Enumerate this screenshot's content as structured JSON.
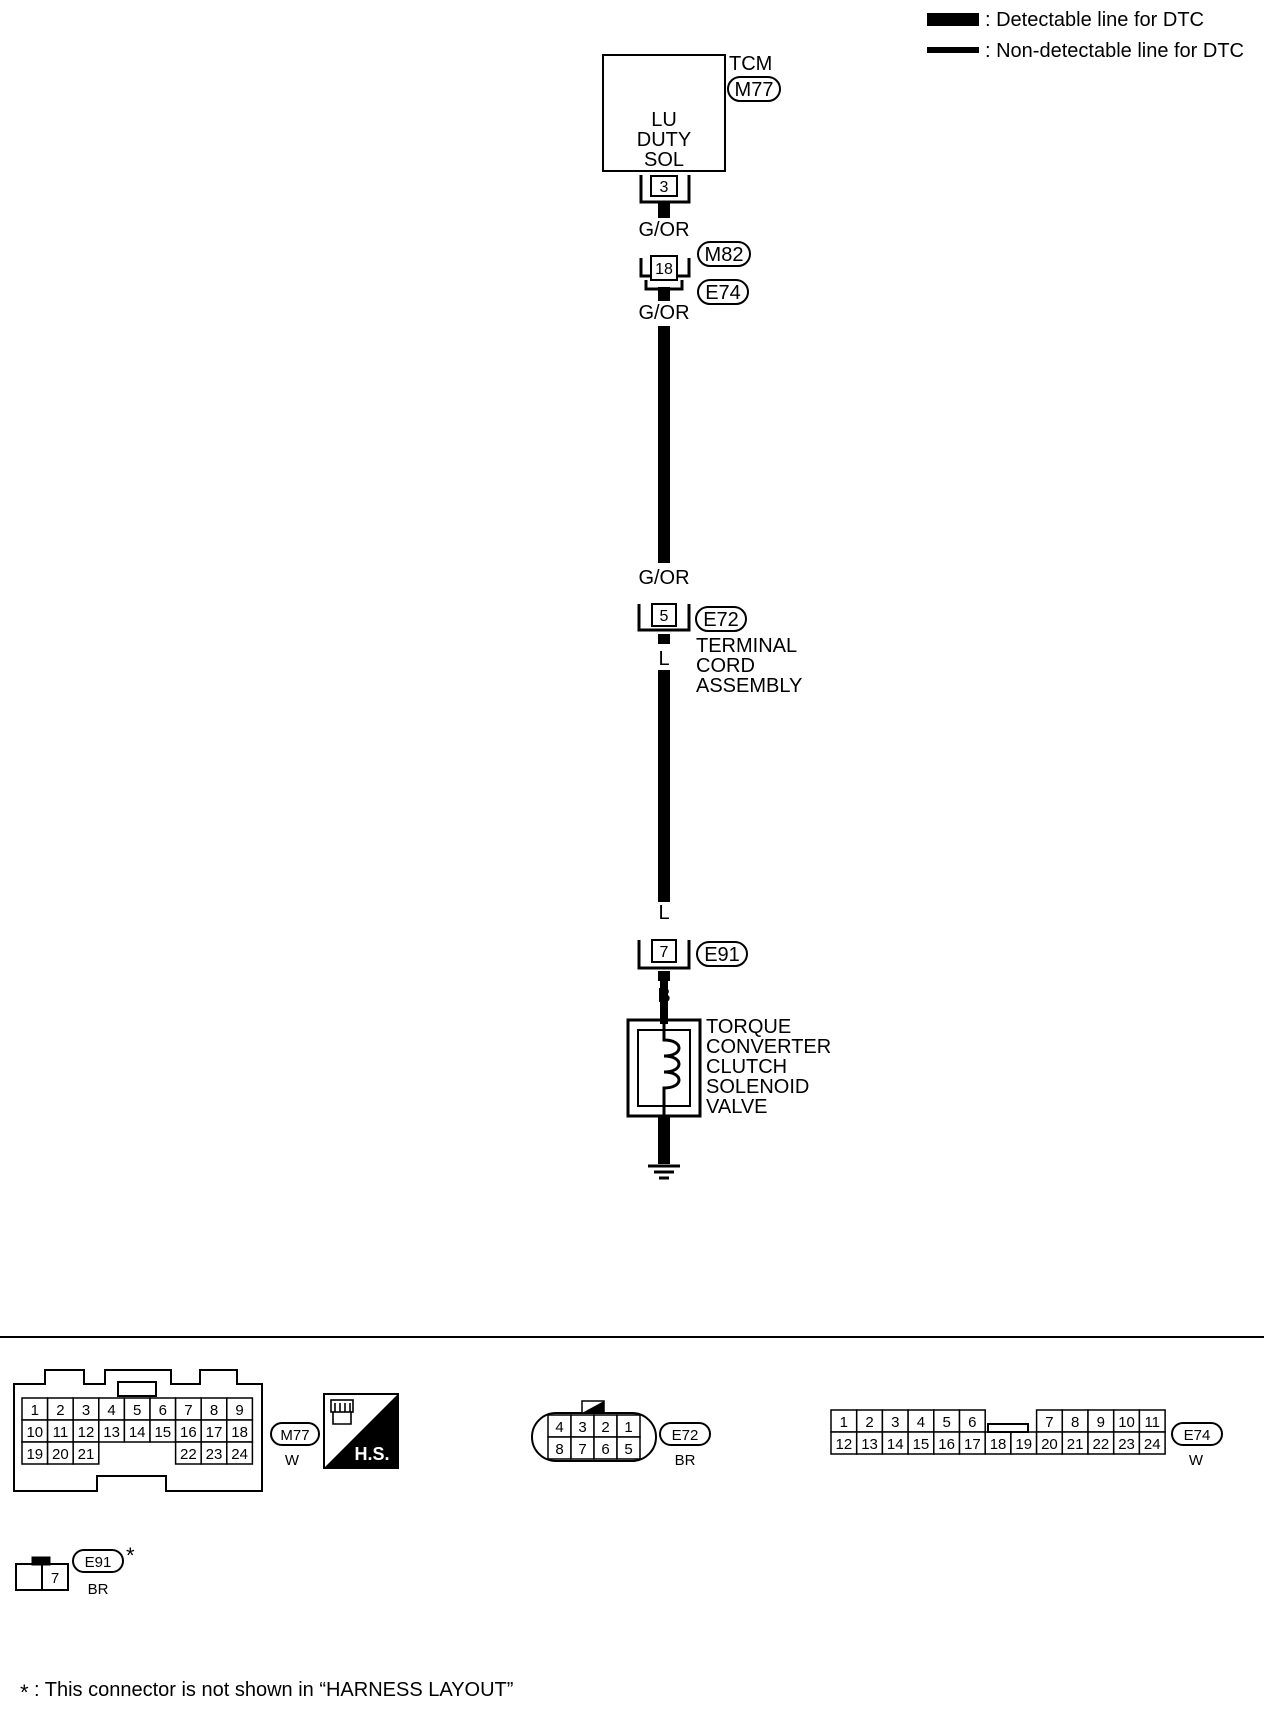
{
  "legend": {
    "detectable": ": Detectable line for DTC",
    "non_detectable": ": Non-detectable line for DTC"
  },
  "tcm": {
    "title": "TCM",
    "connector_id": "M77",
    "function_lines": [
      "LU",
      "DUTY",
      "SOL"
    ],
    "pin": "3"
  },
  "wires": {
    "tcm_out": "G/OR",
    "joint_upper_out": "G/OR",
    "terminal_cord_in": "G/OR",
    "terminal_cord_out": "L",
    "e91_in": "L",
    "e91_out": "B"
  },
  "joint_connector": {
    "pin": "18",
    "upper_id": "M82",
    "lower_id": "E74"
  },
  "terminal_cord": {
    "pin": "5",
    "connector_id": "E72",
    "name_lines": [
      "TERMINAL",
      "CORD",
      "ASSEMBLY"
    ]
  },
  "solenoid_connector": {
    "pin": "7",
    "connector_id": "E91"
  },
  "solenoid": {
    "name_lines": [
      "TORQUE",
      "CONVERTER",
      "CLUTCH",
      "SOLENOID",
      "VALVE"
    ]
  },
  "connector_views": {
    "m77": {
      "id": "M77",
      "color": "W",
      "rows": [
        [
          "1",
          "2",
          "3",
          "4",
          "5",
          "6",
          "7",
          "8",
          "9"
        ],
        [
          "10",
          "11",
          "12",
          "13",
          "14",
          "15",
          "16",
          "17",
          "18"
        ],
        [
          "19",
          "20",
          "21",
          "22",
          "23",
          "24"
        ]
      ]
    },
    "hs_badge": "H.S.",
    "e72": {
      "id": "E72",
      "color": "BR",
      "rows": [
        [
          "4",
          "3",
          "2",
          "1"
        ],
        [
          "8",
          "7",
          "6",
          "5"
        ]
      ]
    },
    "e74": {
      "id": "E74",
      "color": "W",
      "rows": [
        [
          "1",
          "2",
          "3",
          "4",
          "5",
          "6",
          "7",
          "8",
          "9",
          "10",
          "11"
        ],
        [
          "12",
          "13",
          "14",
          "15",
          "16",
          "17",
          "18",
          "19",
          "20",
          "21",
          "22",
          "23",
          "24"
        ]
      ]
    },
    "e91": {
      "id": "E91",
      "color": "BR",
      "pin": "7",
      "mark": "*"
    }
  },
  "footnote": {
    "mark": "*",
    "text": ": This connector is not shown in “HARNESS LAYOUT”"
  }
}
